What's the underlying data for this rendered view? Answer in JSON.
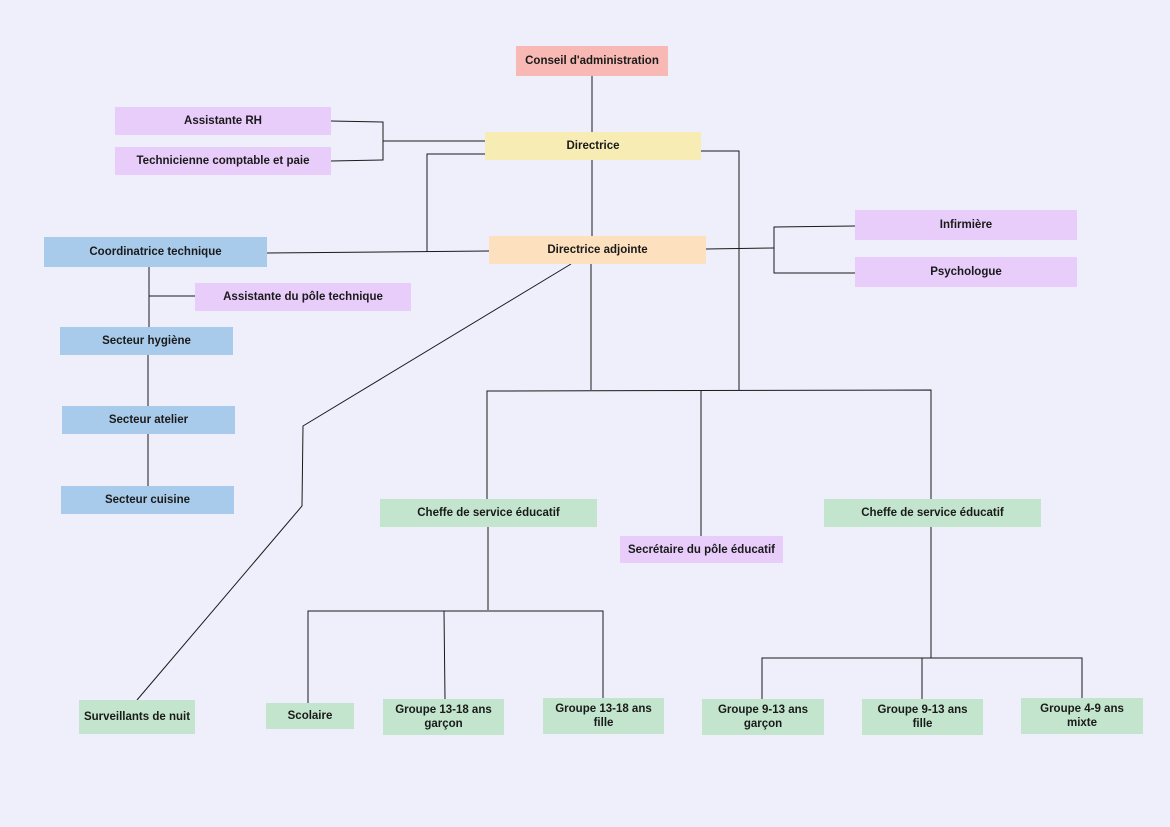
{
  "nodes": {
    "conseil": "Conseil d'administration",
    "directrice": "Directrice",
    "assistante_rh": "Assistante RH",
    "technicienne": "Technicienne comptable et paie",
    "directrice_adjointe": "Directrice adjointe",
    "coordinatrice": "Coordinatrice technique",
    "infirmiere": "Infirmière",
    "psychologue": "Psychologue",
    "assistante_pole": "Assistante du pôle technique",
    "hygiene": "Secteur hygiène",
    "atelier": "Secteur atelier",
    "cuisine": "Secteur cuisine",
    "cheffe_1": "Cheffe de service éducatif",
    "cheffe_2": "Cheffe de service éducatif",
    "secretaire": "Secrétaire du pôle éducatif",
    "surveillants": "Surveillants de nuit",
    "scolaire": "Scolaire",
    "g1318_garcon": "Groupe 13-18 ans garçon",
    "g1318_fille": "Groupe 13-18 ans fille",
    "g913_garcon": "Groupe 9-13 ans garçon",
    "g913_fille": "Groupe 9-13 ans fille",
    "g49_mixte": "Groupe 4-9 ans mixte"
  },
  "colors": {
    "background": "#efeffb",
    "governance": "#f8b8b3",
    "direction": "#f8ecb5",
    "deputy": "#fde0be",
    "support": "#e8cdfb",
    "technical": "#a9cbeb",
    "educational": "#c3e5cd",
    "connector": "#1a1a1a"
  }
}
